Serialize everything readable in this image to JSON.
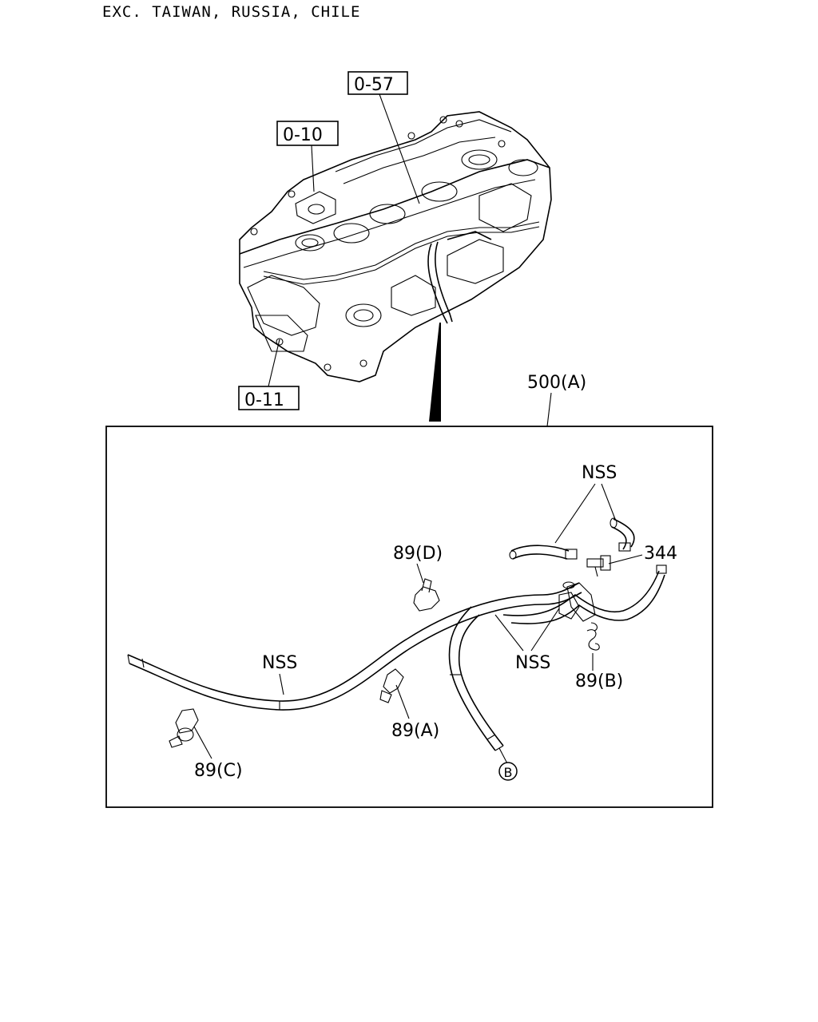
{
  "header": {
    "text": "EXC. TAIWAN, RUSSIA, CHILE"
  },
  "callouts": {
    "ref_0_57": "0-57",
    "ref_0_10": "0-10",
    "ref_0_11": "0-11",
    "assy_500a": "500(A)",
    "nss_top": "NSS",
    "part_344": "344",
    "clip_89d": "89(D)",
    "nss_left": "NSS",
    "nss_mid": "NSS",
    "clip_89b": "89(B)",
    "clip_89a": "89(A)",
    "clip_89c": "89(C)",
    "connector_b": "B"
  },
  "icons": {
    "engine": "cylinder-head-illustration",
    "hose": "breather-hose-drawing",
    "clip": "hose-clip-drawing"
  }
}
